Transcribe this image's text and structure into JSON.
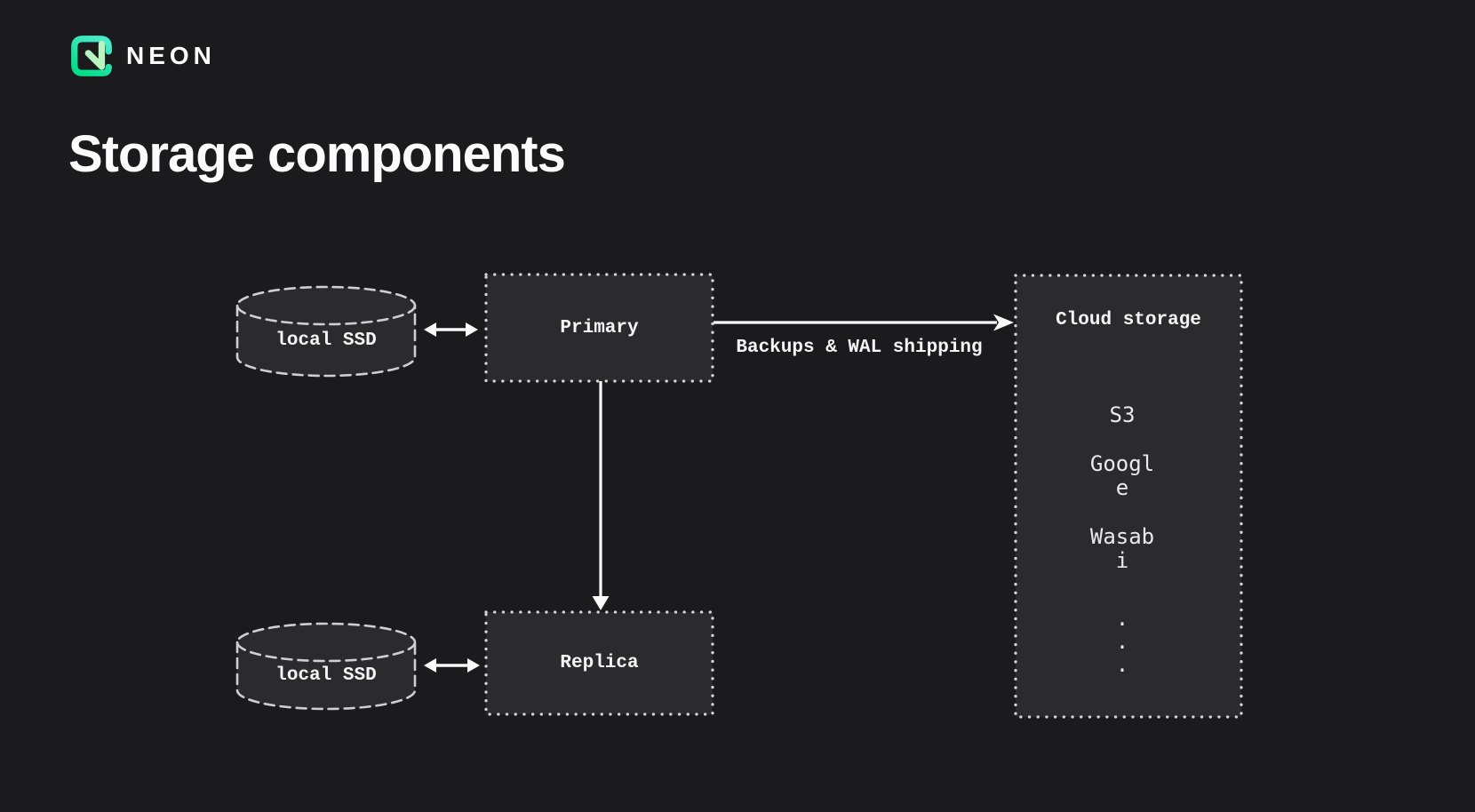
{
  "brand": {
    "wordmark": "NEON"
  },
  "page_title": "Storage components",
  "diagram": {
    "nodes": {
      "local_ssd_top": "local SSD",
      "primary": "Primary",
      "replica": "Replica",
      "local_ssd_bottom": "local SSD",
      "cloud_title": "Cloud storage",
      "providers": [
        "S3",
        "Google",
        "Wasabi"
      ],
      "ellipsis": [
        ".",
        ".",
        "."
      ]
    },
    "edges": {
      "backups_label": "Backups & WAL shipping"
    }
  },
  "colors": {
    "background": "#1b1b1d",
    "panel_fill": "#2b2b2d",
    "border_dots": "#d2d2d2",
    "arrow": "#fafafa",
    "brand_teal": "#49ebc9",
    "brand_green": "#00dd86",
    "brand_pale_green": "#b7f4bf"
  }
}
